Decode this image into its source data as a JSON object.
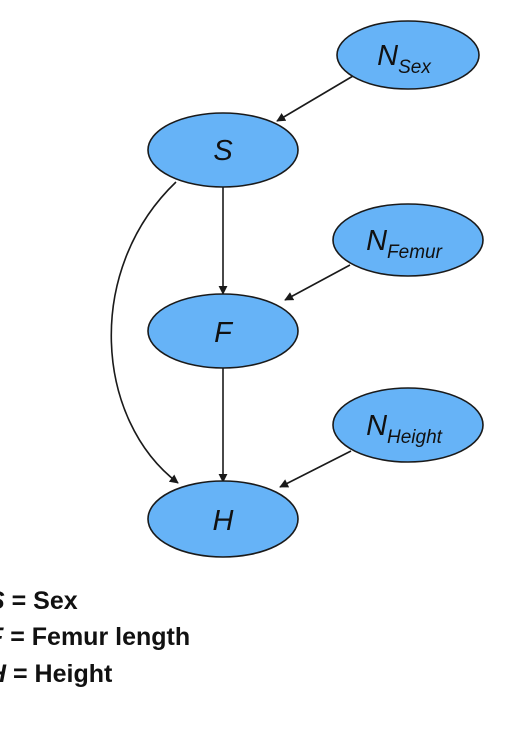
{
  "nodes": {
    "n_sex": {
      "main": "N",
      "sub": "Sex"
    },
    "s": {
      "main": "S"
    },
    "n_femur": {
      "main": "N",
      "sub": "Femur"
    },
    "f": {
      "main": "F"
    },
    "n_height": {
      "main": "N",
      "sub": "Height"
    },
    "h": {
      "main": "H"
    }
  },
  "legend": [
    {
      "letter": "S",
      "text": " = Sex"
    },
    {
      "letter": "F",
      "text": " = Femur length"
    },
    {
      "letter": "H",
      "text": " = Height"
    }
  ],
  "colors": {
    "node_fill": "#66b3f7",
    "node_stroke": "#1a1a1a",
    "edge": "#1a1a1a"
  }
}
